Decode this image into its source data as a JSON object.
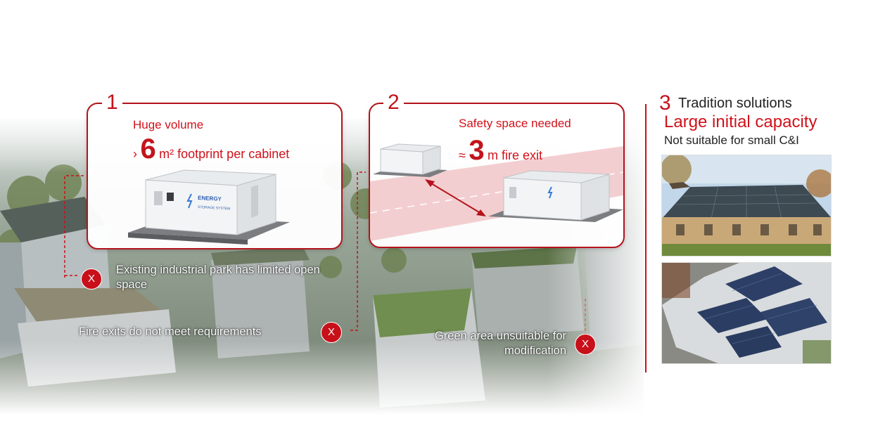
{
  "panel1": {
    "number": "1",
    "title": "Huge volume",
    "prefix": "›",
    "big_value": "6",
    "unit_text": "m² footprint per cabinet"
  },
  "panel2": {
    "number": "2",
    "title": "Safety space needed",
    "prefix": "≈",
    "big_value": "3",
    "unit_text": "m fire exit"
  },
  "cabinet_label": {
    "line1": "ENERGY",
    "line2": "STORAGE SYSTEM"
  },
  "issues": [
    {
      "text": "Existing industrial park has limited open space",
      "marker": "X"
    },
    {
      "text": "Fire exits do not meet requirements",
      "marker": "X"
    },
    {
      "text": "Green area unsuitable for modification",
      "marker": "X"
    }
  ],
  "panel3": {
    "number": "3",
    "heading": "Tradition solutions",
    "highlight": "Large initial capacity",
    "subtext": "Not suitable for small C&I"
  },
  "colors": {
    "accent": "#c8101a",
    "text_dark": "#222222"
  }
}
